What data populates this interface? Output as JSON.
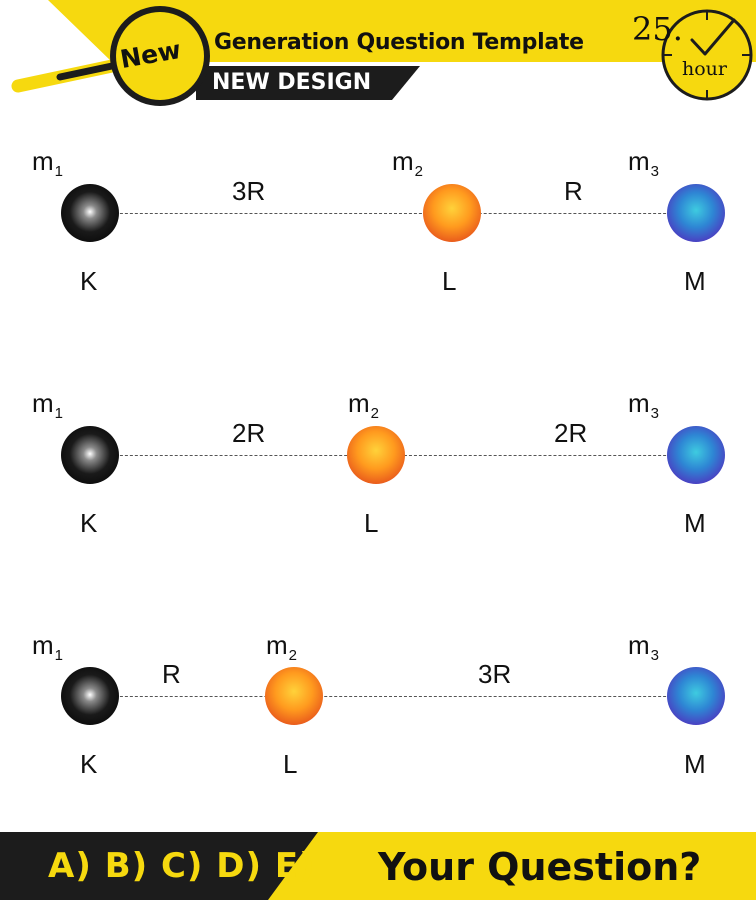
{
  "header": {
    "title": "Generation Question Template",
    "subtitle": "NEW DESIGN",
    "badge": "New",
    "clock_number": "25.",
    "clock_unit": "hour"
  },
  "rows": [
    {
      "masses": [
        {
          "letter": "m",
          "sub": "1"
        },
        {
          "letter": "m",
          "sub": "2"
        },
        {
          "letter": "m",
          "sub": "3"
        }
      ],
      "names": [
        "K",
        "L",
        "M"
      ],
      "distances": [
        "3R",
        "R"
      ]
    },
    {
      "masses": [
        {
          "letter": "m",
          "sub": "1"
        },
        {
          "letter": "m",
          "sub": "2"
        },
        {
          "letter": "m",
          "sub": "3"
        }
      ],
      "names": [
        "K",
        "L",
        "M"
      ],
      "distances": [
        "2R",
        "2R"
      ]
    },
    {
      "masses": [
        {
          "letter": "m",
          "sub": "1"
        },
        {
          "letter": "m",
          "sub": "2"
        },
        {
          "letter": "m",
          "sub": "3"
        }
      ],
      "names": [
        "K",
        "L",
        "M"
      ],
      "distances": [
        "R",
        "3R"
      ]
    }
  ],
  "footer": {
    "answers": "A) B) C) D) E)",
    "question": "Your Question?"
  },
  "colors": {
    "yellow": "#f6d90f",
    "dark": "#1a1a1a",
    "ball_k": "#000000",
    "ball_l": "#f07a1e",
    "ball_m": "#3b63cf"
  },
  "icons": [
    "magnifier-icon",
    "clock-icon",
    "checkmark-icon"
  ]
}
